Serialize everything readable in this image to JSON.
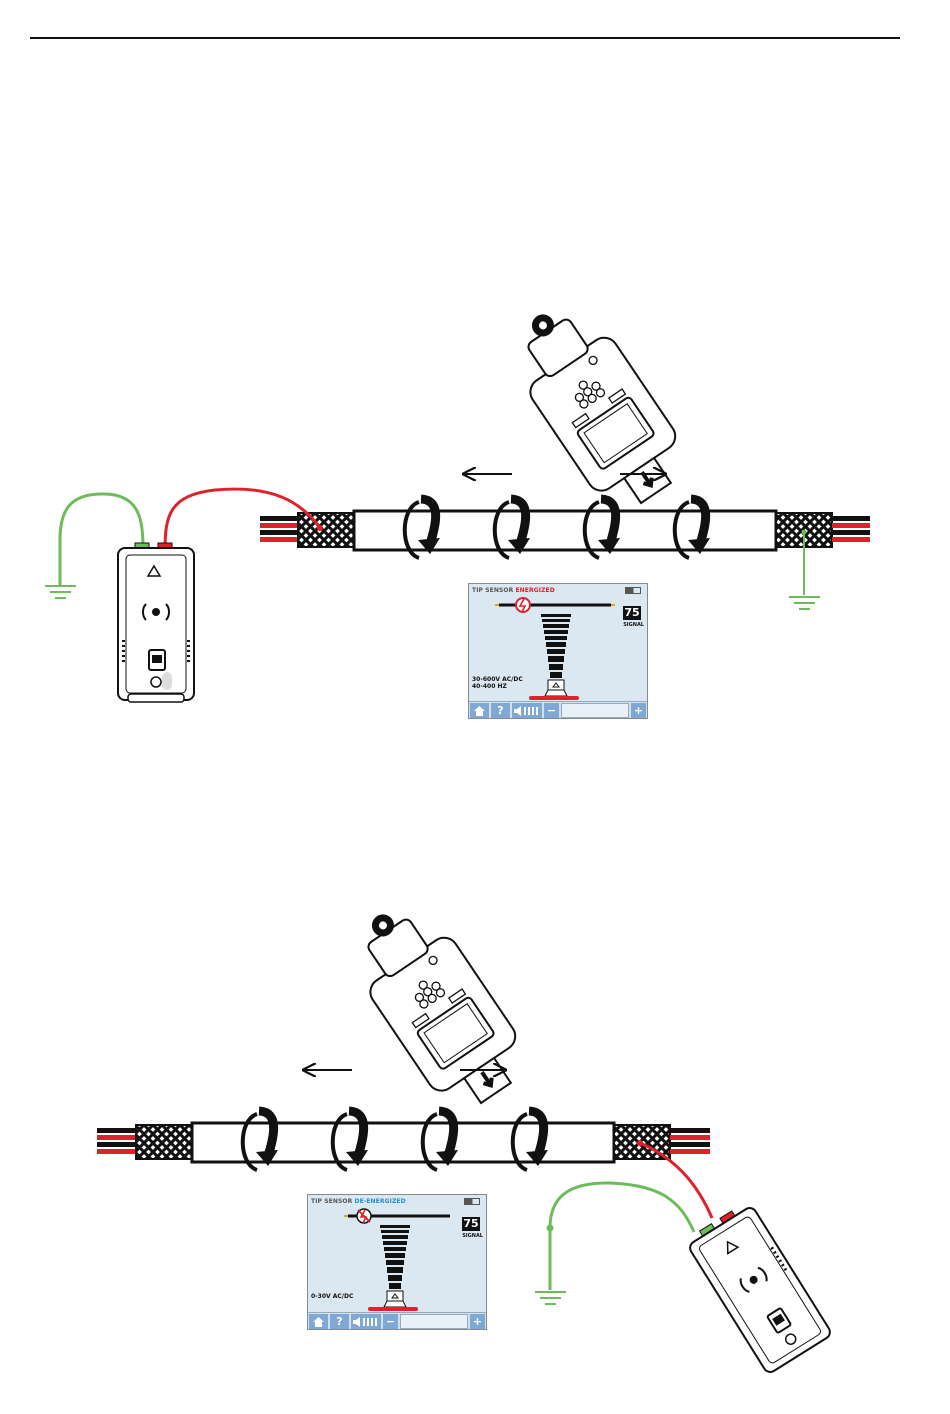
{
  "figures": [
    {
      "screen": {
        "title_prefix": "TIP SENSOR ",
        "status": "ENERGIZED",
        "signal_value": "75",
        "signal_label": "SIGNAL",
        "voltage_lines": [
          "30-600V AC/DC",
          "40-400 HZ"
        ],
        "toolbar": [
          "home-icon",
          "?",
          "volume-icon",
          "−",
          "+"
        ]
      }
    },
    {
      "screen": {
        "title_prefix": "TIP SENSOR ",
        "status": "DE-ENERGIZED",
        "signal_value": "75",
        "signal_label": "SIGNAL",
        "voltage_lines": [
          "0-30V AC/DC"
        ],
        "toolbar": [
          "home-icon",
          "?",
          "volume-icon",
          "−",
          "+"
        ]
      }
    }
  ],
  "colors": {
    "ground_wire": "#6dbb5a",
    "signal_wire": "#e0202a",
    "conductor_red": "#e0202a",
    "screen_bg": "#dce8f1",
    "button_blue": "#7fa9d4",
    "energized": "#e0202a",
    "deenergized": "#1f8fd8"
  }
}
